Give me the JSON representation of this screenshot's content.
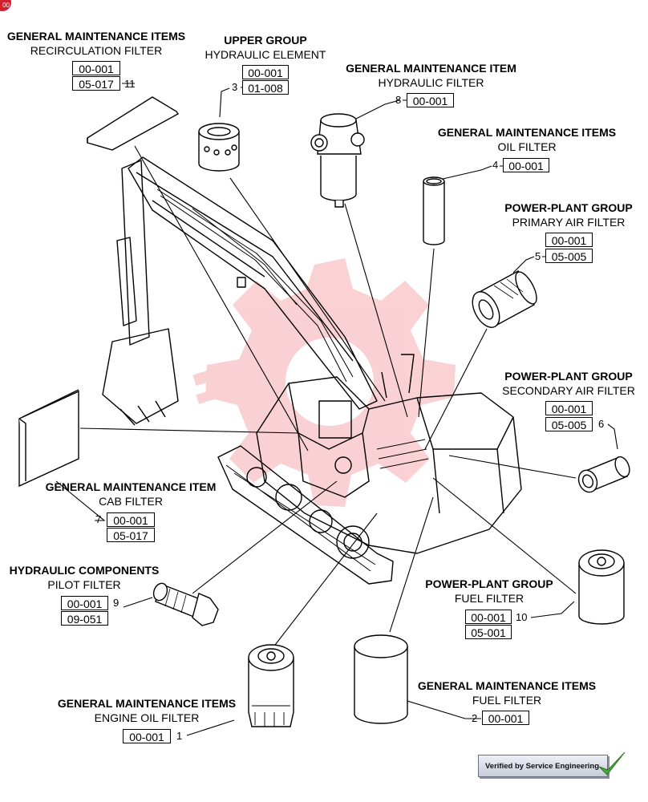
{
  "page_badge": "00",
  "callouts": [
    {
      "group": "GENERAL MAINTENANCE ITEMS",
      "item": "RECIRCULATION FILTER",
      "number": "11",
      "codes": [
        "00-001",
        "05-017"
      ]
    },
    {
      "group": "UPPER GROUP",
      "item": "HYDRAULIC ELEMENT",
      "number": "3",
      "codes": [
        "00-001",
        "01-008"
      ]
    },
    {
      "group": "GENERAL MAINTENANCE ITEM",
      "item": "HYDRAULIC FILTER",
      "number": "8",
      "codes": [
        "00-001"
      ]
    },
    {
      "group": "GENERAL MAINTENANCE ITEMS",
      "item": "OIL FILTER",
      "number": "4",
      "codes": [
        "00-001"
      ]
    },
    {
      "group": "POWER-PLANT GROUP",
      "item": "PRIMARY AIR FILTER",
      "number": "5",
      "codes": [
        "00-001",
        "05-005"
      ]
    },
    {
      "group": "POWER-PLANT GROUP",
      "item": "SECONDARY AIR FILTER",
      "number": "6",
      "codes": [
        "00-001",
        "05-005"
      ]
    },
    {
      "group": "GENERAL MAINTENANCE ITEM",
      "item": "CAB FILTER",
      "number": "7",
      "codes": [
        "00-001",
        "05-017"
      ]
    },
    {
      "group": "HYDRAULIC COMPONENTS",
      "item": "PILOT FILTER",
      "number": "9",
      "codes": [
        "00-001",
        "09-051"
      ]
    },
    {
      "group": "POWER-PLANT GROUP",
      "item": "FUEL FILTER",
      "number": "10",
      "codes": [
        "00-001",
        "05-001"
      ]
    },
    {
      "group": "GENERAL MAINTENANCE ITEMS",
      "item": "ENGINE OIL FILTER",
      "number": "1",
      "codes": [
        "00-001"
      ]
    },
    {
      "group": "GENERAL MAINTENANCE ITEMS",
      "item": "FUEL FILTER",
      "number": "2",
      "codes": [
        "00-001"
      ]
    }
  ],
  "verification_stamp": "Verified by Service Engineering",
  "colors": {
    "stroke": "#000000",
    "watermark": "#e8303a",
    "badge": "#d21f2b",
    "check": "#4aa83a"
  }
}
